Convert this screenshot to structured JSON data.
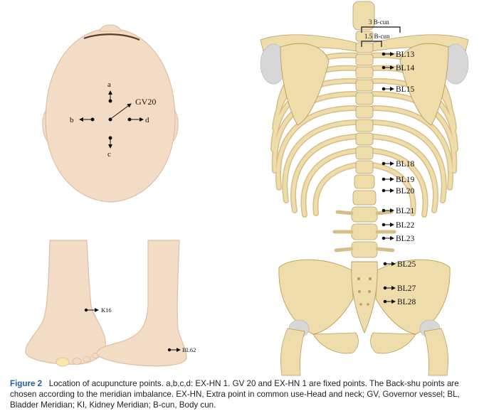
{
  "head_points": {
    "a": "a",
    "b": "b",
    "c": "c",
    "d": "d",
    "gv20": "GV20"
  },
  "spine": {
    "bracket_outer": "3 B-cun",
    "bracket_inner": "1.5 B-cun",
    "points": [
      "BL13",
      "BL14",
      "BL15",
      "BL18",
      "BL19",
      "BL20",
      "BL21",
      "BL22",
      "BL23",
      "BL25",
      "BL27",
      "BL28"
    ]
  },
  "feet": {
    "ki6": "K16",
    "bl62": "BL62"
  },
  "caption": {
    "label": "Figure 2",
    "text": "Location of acupuncture points. a,b,c,d: EX-HN 1. GV 20 and EX-HN 1 are fixed points. The Back-shu points are chosen according to the meridian imbalance. EX-HN, Extra point in common use-Head and neck; GV, Governor vessel; BL, Bladder Meridian; KI, Kidney Meridian; B-cun, Body cun."
  },
  "colors": {
    "bone": "#eedcab",
    "bone_shade": "#d6bf86",
    "bone_dark": "#b99f62",
    "cartilage": "#d7d7d7",
    "skin": "#f3dcc5",
    "skin_shade": "#dfbfa2",
    "hair": "#5b3a2c",
    "caption_accent": "#1f5fa8"
  }
}
